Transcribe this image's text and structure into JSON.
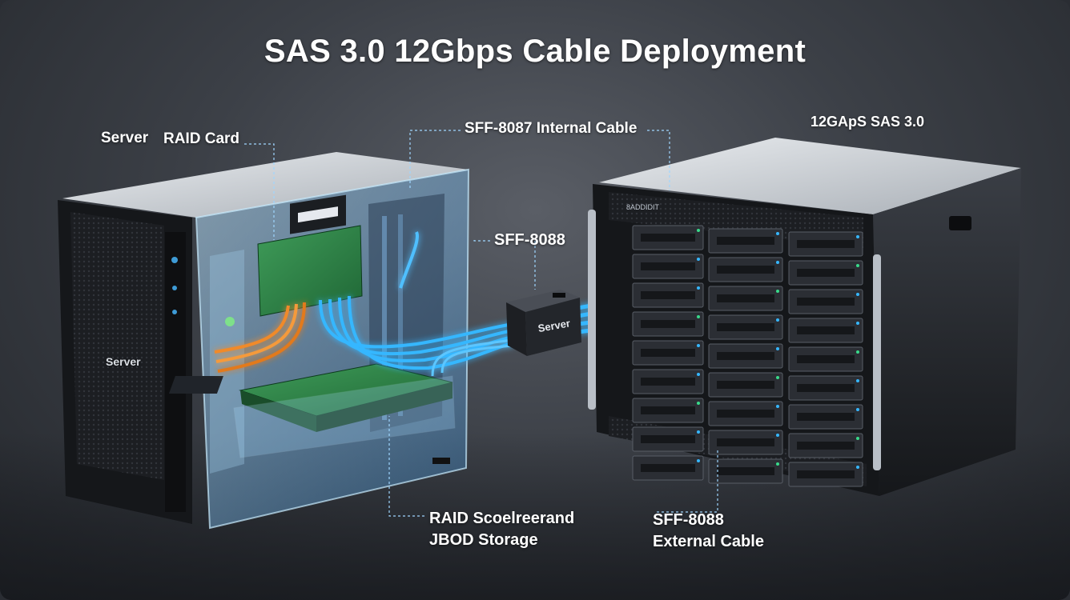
{
  "title": "SAS 3.0 12Gbps Cable Deployment",
  "labels": {
    "server": "Server",
    "raid_card": "RAID Card",
    "sff8087": "SFF-8087 Internal Cable",
    "sas_header": "12GApS SAS 3.0",
    "sff8088": "SFF-8088",
    "raid_jbod_line1": "RAID Scoelreerand",
    "raid_jbod_line2": "JBOD Storage",
    "ext_line1": "SFF-8088",
    "ext_line2": "External Cable"
  },
  "device_text": {
    "server_front": "Server",
    "adapter": "Server",
    "jbod_badge": "8ADDIDIT"
  },
  "colors": {
    "cable_blue": "#36b7ff",
    "cable_orange": "#f08a2a",
    "pcb_green": "#2f8a4a",
    "server_black": "#1b1d21",
    "glass": "#9fd6ff"
  }
}
